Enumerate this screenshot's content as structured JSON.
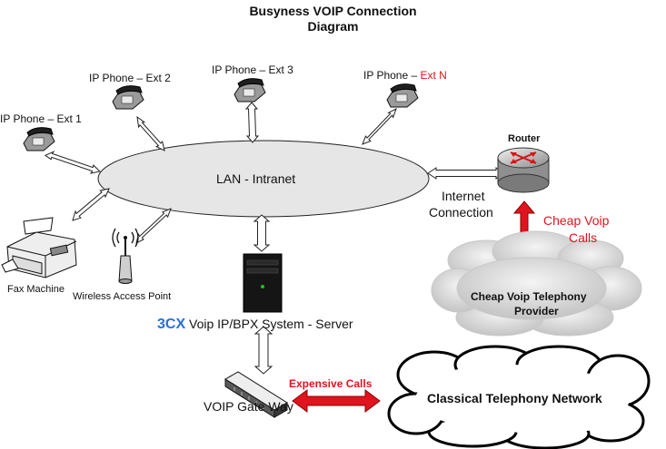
{
  "title_line1": "Busyness VOIP Connection",
  "title_line2": "Diagram",
  "nodes": {
    "ip_phone_1": "IP Phone – Ext 1",
    "ip_phone_2": "IP Phone – Ext 2",
    "ip_phone_3": "IP Phone – Ext 3",
    "ip_phone_n_prefix": "IP Phone – ",
    "ip_phone_n_suffix": "Ext N",
    "lan": "LAN - Intranet",
    "router": "Router",
    "internet_line1": "Internet",
    "internet_line2": "Connection",
    "cheap_calls_line1": "Cheap Voip",
    "cheap_calls_line2": "Calls",
    "provider_line1": "Cheap Voip Telephony",
    "provider_line2": "Provider",
    "fax": "Fax Machine",
    "wap": "Wireless Access Point",
    "server_brand": "3CX",
    "server_label": " Voip IP/BPX System - Server",
    "expensive_calls": "Expensive Calls",
    "classical": "Classical Telephony Network",
    "gateway": "VOIP Gate Way"
  },
  "colors": {
    "lan_fill": "#e6e6e6",
    "accent_red": "#e0141e",
    "brand_blue": "#2a6fd6",
    "cloud_grey": "#d2d2d2"
  }
}
